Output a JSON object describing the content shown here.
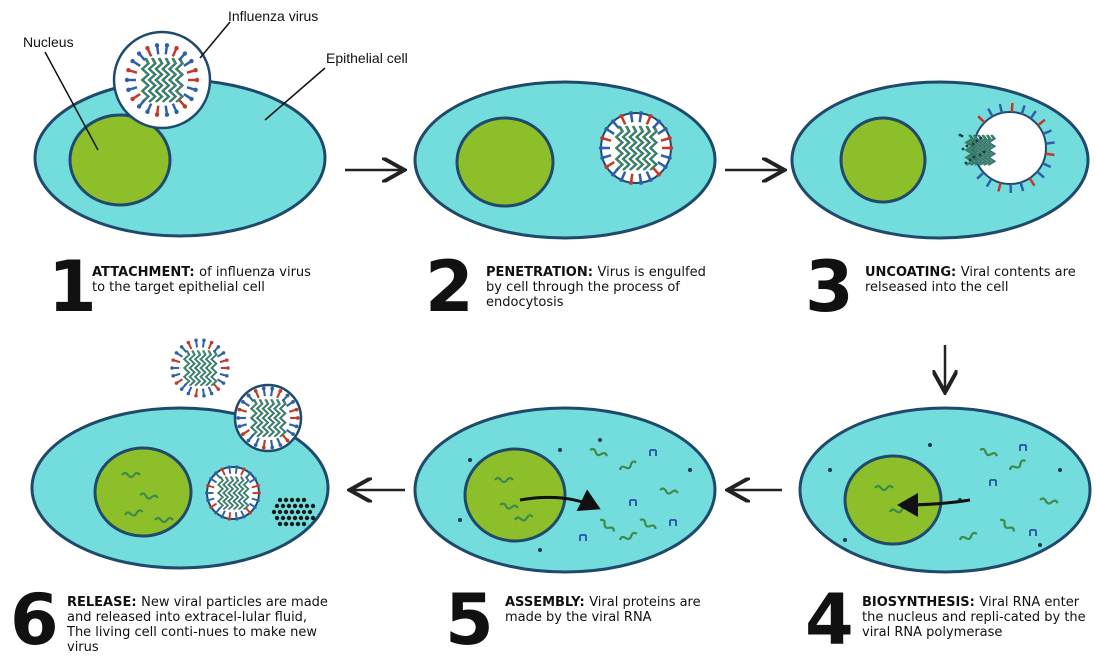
{
  "labels": {
    "nucleus": "Nucleus",
    "influenza_virus": "Influenza virus",
    "epithelial_cell": "Epithelial cell"
  },
  "steps": [
    {
      "number": "1",
      "title": "ATTACHMENT:",
      "text": "of influenza virus to the target epithelial cell"
    },
    {
      "number": "2",
      "title": "PENETRATION:",
      "text": "Virus is engulfed by cell through the process of endocytosis"
    },
    {
      "number": "3",
      "title": "UNCOATING:",
      "text": "Viral contents are relseased into the cell"
    },
    {
      "number": "4",
      "title": "BIOSYNTHESIS:",
      "text": "Viral RNA enter the nucleus and repli-cated by the viral RNA polymerase"
    },
    {
      "number": "5",
      "title": "ASSEMBLY:",
      "text": "Viral proteins are made by the viral RNA"
    },
    {
      "number": "6",
      "title": "RELEASE:",
      "text": "New viral particles are made and released into extracel-lular fluid, The living cell conti-nues to make new virus"
    }
  ],
  "colors": {
    "cytoplasm": "#73dcdc",
    "nucleus": "#8dbf2a",
    "outline": "#1f4a6b",
    "spike_blue": "#2e5fa8",
    "spike_red": "#c0392b",
    "rna": "#3e8a4a"
  }
}
